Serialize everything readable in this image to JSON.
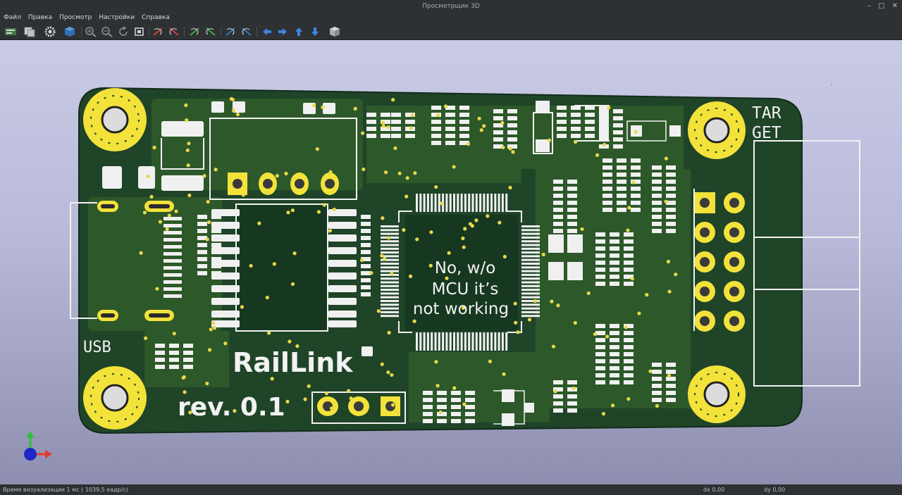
{
  "window": {
    "title": "Просмотрщик 3D"
  },
  "menu": {
    "items": [
      {
        "label": "Файл"
      },
      {
        "label": "Правка"
      },
      {
        "label": "Просмотр"
      },
      {
        "label": "Настройки"
      },
      {
        "label": "Справка"
      }
    ]
  },
  "toolbar": {
    "buttons": [
      {
        "name": "reload-board-button",
        "icon": "reload-board-icon"
      },
      {
        "name": "copy-3d-image-button",
        "icon": "copy-image-icon"
      },
      {
        "name": "settings-3d-button",
        "icon": "gear-icon"
      },
      {
        "name": "raytracing-toggle-button",
        "icon": "cube-blue-icon"
      },
      {
        "name": "zoom-in-button",
        "icon": "zoom-in-icon"
      },
      {
        "name": "zoom-out-button",
        "icon": "zoom-out-icon"
      },
      {
        "name": "redraw-button",
        "icon": "refresh-icon"
      },
      {
        "name": "zoom-fit-button",
        "icon": "zoom-fit-icon"
      },
      {
        "name": "rotate-x-cw-button",
        "icon": "rotate-x-cw-icon"
      },
      {
        "name": "rotate-x-ccw-button",
        "icon": "rotate-x-ccw-icon"
      },
      {
        "name": "rotate-y-cw-button",
        "icon": "rotate-y-cw-icon"
      },
      {
        "name": "rotate-y-ccw-button",
        "icon": "rotate-y-ccw-icon"
      },
      {
        "name": "rotate-z-cw-button",
        "icon": "rotate-z-cw-icon"
      },
      {
        "name": "rotate-z-ccw-button",
        "icon": "rotate-z-ccw-icon"
      },
      {
        "name": "move-left-button",
        "icon": "arrow-left-icon"
      },
      {
        "name": "move-right-button",
        "icon": "arrow-right-icon"
      },
      {
        "name": "move-up-button",
        "icon": "arrow-up-icon"
      },
      {
        "name": "move-down-button",
        "icon": "arrow-down-icon"
      },
      {
        "name": "orthographic-toggle-button",
        "icon": "ortho-cube-icon"
      }
    ]
  },
  "board": {
    "silkscreen": {
      "usb": "USB",
      "target_line1": "TAR",
      "target_line2": "GET",
      "name": "RailLink",
      "revision": "rev. 0.1",
      "note_line1": "No, w/o",
      "note_line2": "MCU it’s",
      "note_line3": "not working"
    }
  },
  "statusbar": {
    "render_time": "Время визуализации 1 мс ( 1039,5 кадр/с)",
    "dx": "dx 0,00",
    "dy": "dy 0,00"
  },
  "colors": {
    "pcb": "#1f4428",
    "copper_pad": "#f2e23a",
    "silkscreen": "#f2f2f2",
    "background_top": "#c9cbe6",
    "background_bottom": "#8e8fb0"
  }
}
